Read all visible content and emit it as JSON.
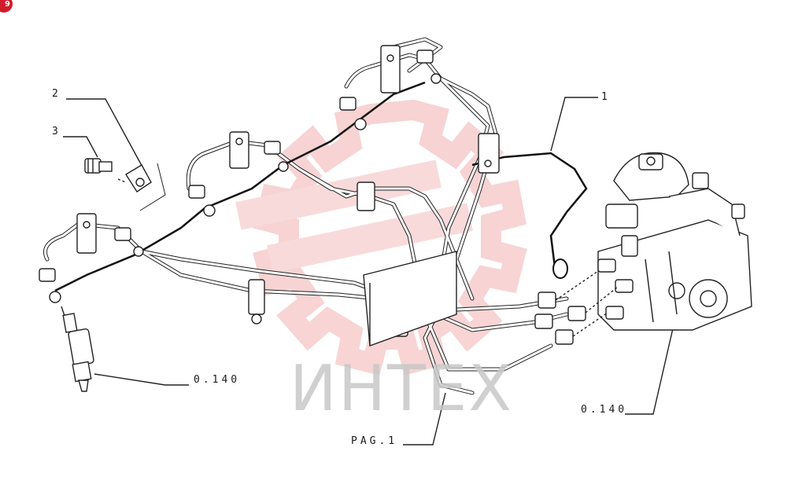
{
  "corner_badge": "9",
  "watermark": {
    "text": "ИНТЕХ",
    "color": "#f0a0a0"
  },
  "callouts": {
    "part_1": "1",
    "part_2": "2",
    "part_3": "3",
    "ref_injector": "0.140",
    "ref_pump": "0.140",
    "ref_page": "PAG.1"
  },
  "colors": {
    "line": "#222222",
    "pipe_fill": "#ffffff",
    "badge": "#d11a2a"
  }
}
